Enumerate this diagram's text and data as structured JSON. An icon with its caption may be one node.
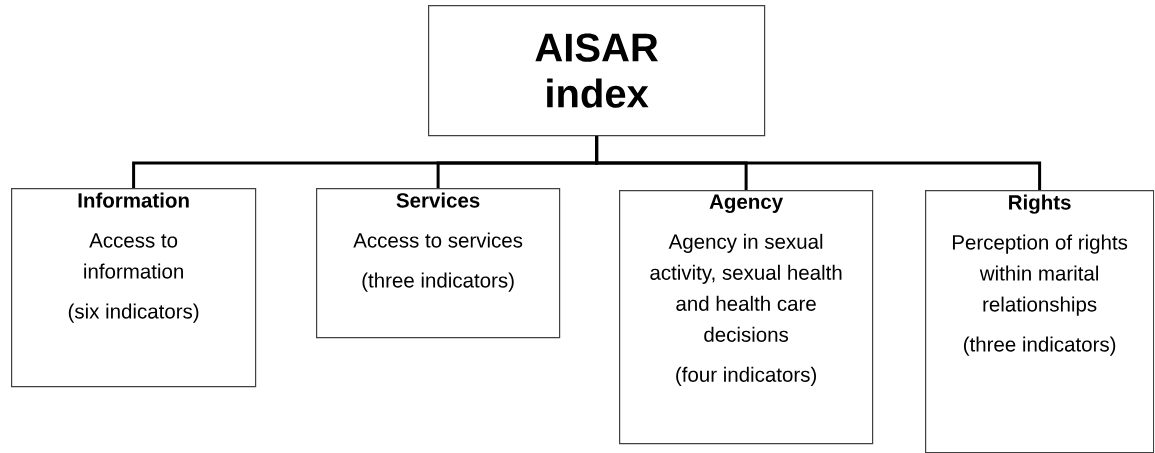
{
  "diagram": {
    "nodes": [
      {
        "text": [
          "AISAR index"
        ]
      },
      {
        "text": [
          "Information",
          "Access to information",
          "(six indicators)"
        ]
      },
      {
        "text": [
          "Services",
          "Access to services",
          "(three indicators)"
        ]
      },
      {
        "text": [
          "Agency",
          "Agency in sexual activity, sexual health and health care decisions",
          "(four  indicators)"
        ]
      },
      {
        "text": [
          "Rights",
          "Perception of rights within marital relationships",
          "(three indicators)"
        ]
      }
    ],
    "edges": [
      {
        "from": 0,
        "to": 1,
        "arrow": "none"
      },
      {
        "from": 0,
        "to": 2,
        "arrow": "none"
      },
      {
        "from": 0,
        "to": 3,
        "arrow": "none"
      },
      {
        "from": 0,
        "to": 4,
        "arrow": "none"
      }
    ]
  }
}
